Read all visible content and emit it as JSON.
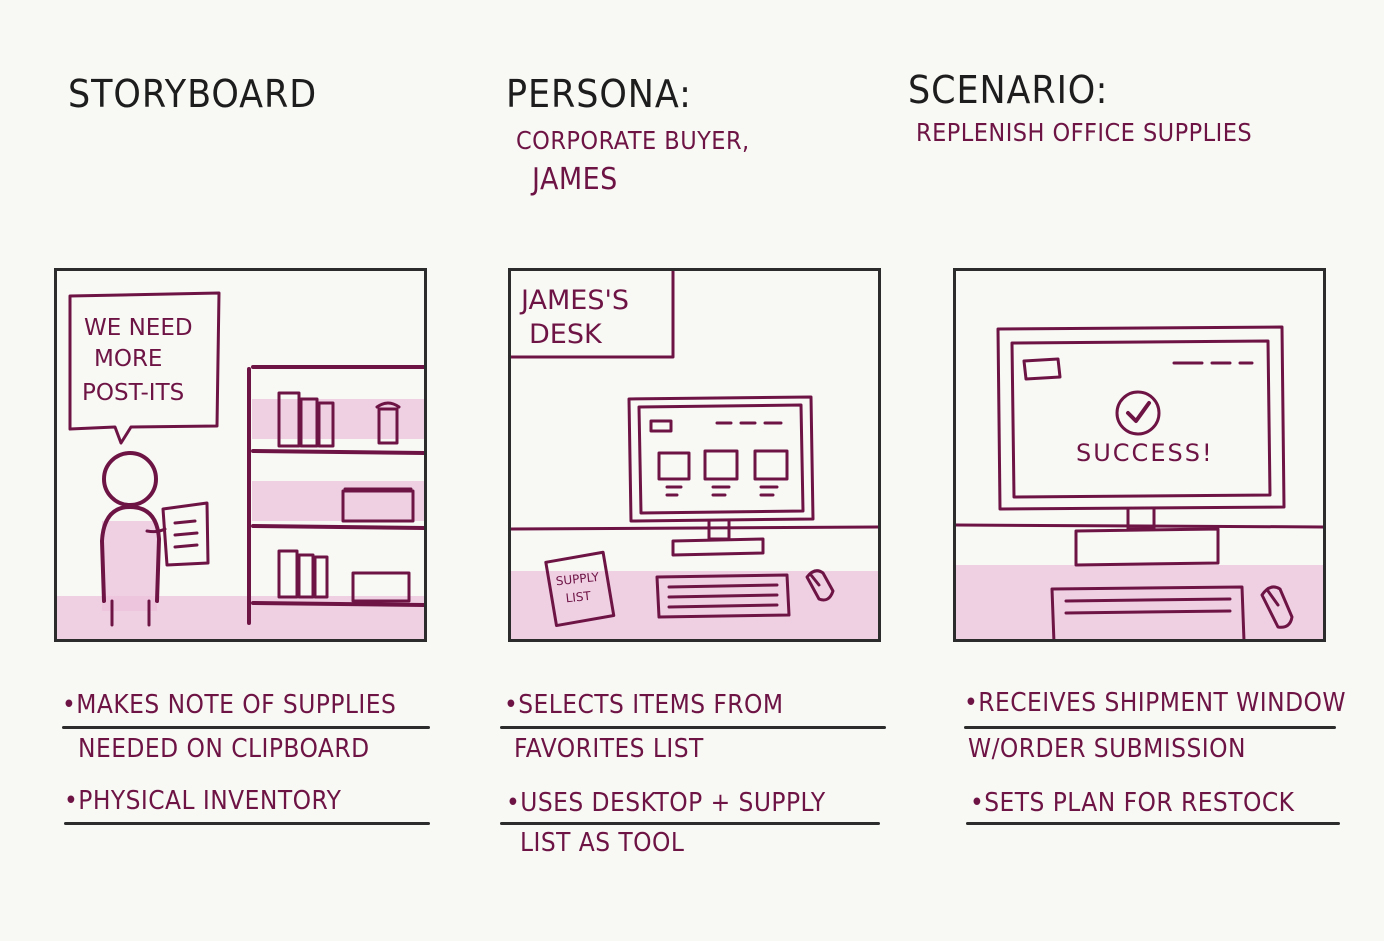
{
  "headers": {
    "storyboard": "STORYBOARD",
    "persona_label": "PERSONA:",
    "persona_line1": "CORPORATE BUYER,",
    "persona_line2": "JAMES",
    "scenario_label": "SCENARIO:",
    "scenario_value": "REPLENISH OFFICE SUPPLIES"
  },
  "panels": {
    "panel1": {
      "bubble_line1": "WE NEED",
      "bubble_line2": "MORE",
      "bubble_line3": "POST-ITS"
    },
    "panel2": {
      "label_line1": "JAMES'S",
      "label_line2": "DESK",
      "card_line1": "SUPPLY",
      "card_line2": "LIST"
    },
    "panel3": {
      "status": "SUCCESS!"
    }
  },
  "notes": {
    "col1": {
      "line1": "•MAKES NOTE OF SUPPLIES",
      "line2": "NEEDED ON CLIPBOARD",
      "line3": "•PHYSICAL INVENTORY"
    },
    "col2": {
      "line1": "•SELECTS ITEMS FROM",
      "line2": "FAVORITES LIST",
      "line3": "•USES DESKTOP + SUPPLY",
      "line4": "LIST AS TOOL"
    },
    "col3": {
      "line1": "•RECEIVES SHIPMENT WINDOW",
      "line2": "W/ORDER SUBMISSION",
      "line3": "•SETS PLAN FOR RESTOCK"
    }
  },
  "colors": {
    "ink": "#6e1445",
    "wash": "#ecc3dc",
    "frame": "#2c2c2c",
    "paper": "#f8f8f5"
  }
}
